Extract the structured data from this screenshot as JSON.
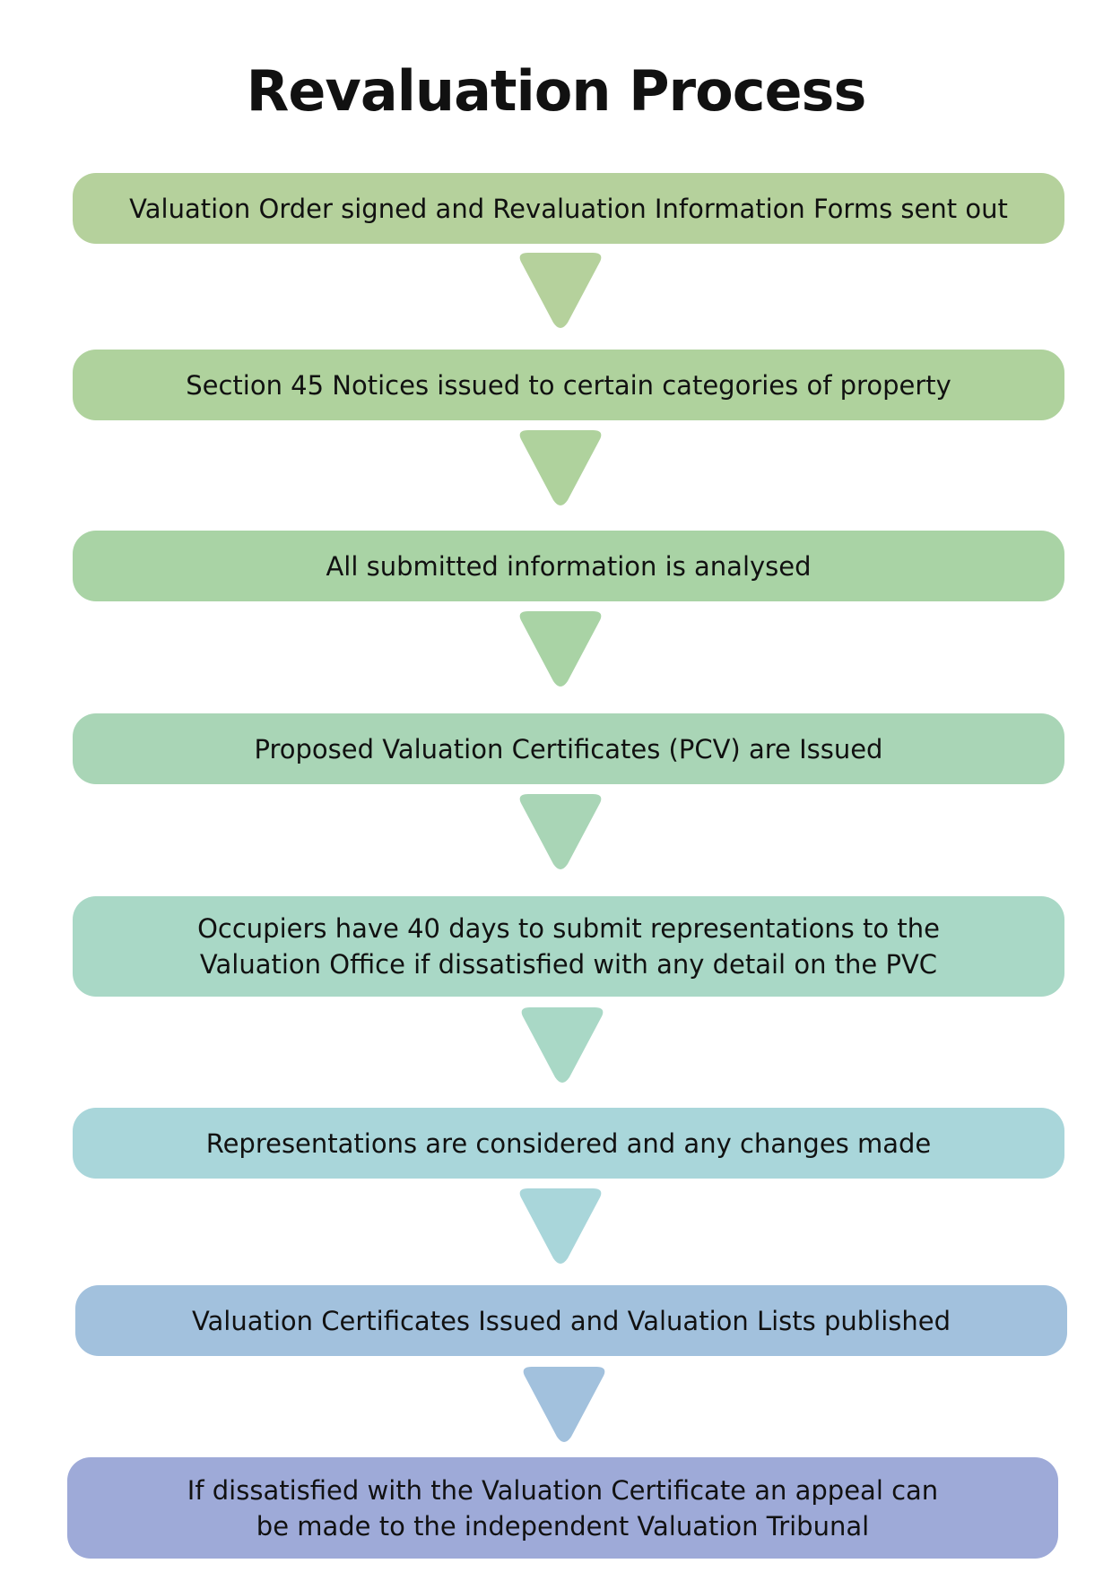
{
  "title": "Revaluation Process",
  "steps": [
    {
      "text": "Valuation Order signed and Revaluation Information Forms sent out",
      "color": "#b5d19c"
    },
    {
      "text": "Section 45 Notices issued to certain categories of property",
      "color": "#afd29d"
    },
    {
      "text": "All submitted information is analysed",
      "color": "#a9d3a5"
    },
    {
      "text": "Proposed Valuation Certificates (PCV) are Issued",
      "color": "#a9d5b6"
    },
    {
      "text": "Occupiers have 40 days to submit representations to the\nValuation Office if dissatisfied with any detail on the PVC",
      "color": "#a9d8c6"
    },
    {
      "text": "Representations are considered and any changes made",
      "color": "#a9d6da"
    },
    {
      "text": "Valuation Certificates Issued and Valuation Lists published",
      "color": "#a2c1dd"
    },
    {
      "text": "If dissatisfied with the Valuation Certificate an appeal can\nbe made to the independent Valuation Tribunal",
      "color": "#9eaad8"
    }
  ]
}
